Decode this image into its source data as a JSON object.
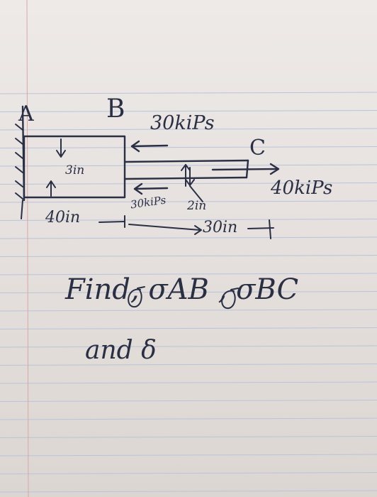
{
  "diagram": {
    "point_a": "A",
    "point_b": "B",
    "point_c": "C",
    "load_b": "30kiPs",
    "load_c": "40kiPs",
    "load_bottom": "30kiPs",
    "dim_ab_height": "3in",
    "dim_bc_height": "2in",
    "dim_ab_length": "40in",
    "dim_bc_length": "30in"
  },
  "question": {
    "line1": "Find, σAB , σBC",
    "line2": "and δ"
  },
  "colors": {
    "ink": "#2a2f44",
    "paper": "#eeeae8",
    "ruling": "#b9c3da",
    "margin": "#d9a7a7"
  }
}
